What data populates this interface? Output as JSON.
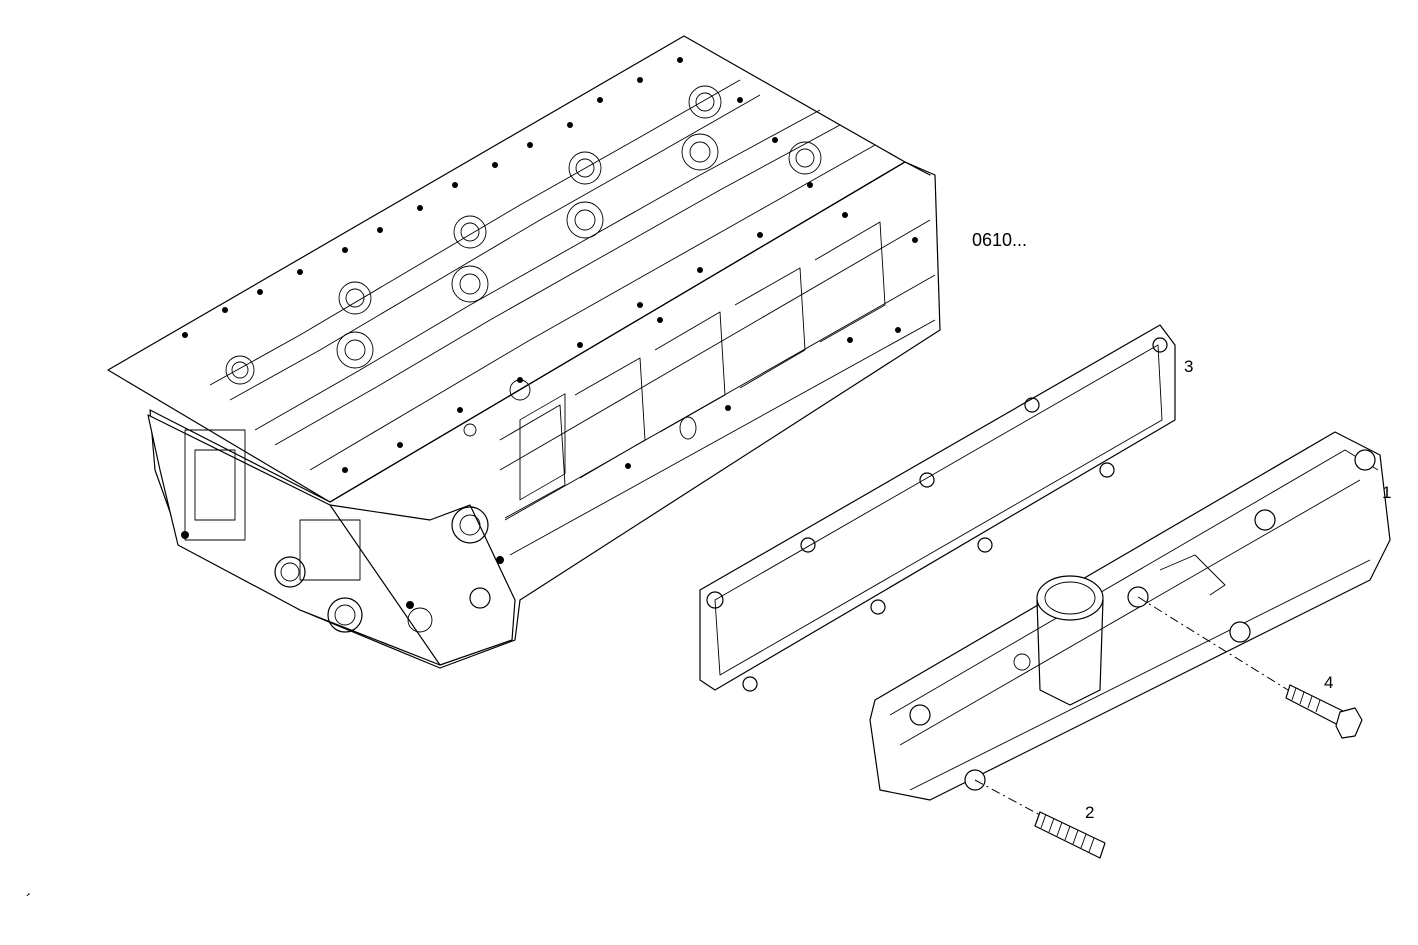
{
  "diagram": {
    "reference_code": "0610...",
    "callouts": [
      {
        "id": "1",
        "label": "1"
      },
      {
        "id": "2",
        "label": "2"
      },
      {
        "id": "3",
        "label": "3"
      },
      {
        "id": "4",
        "label": "4"
      }
    ],
    "corner_mark": "´"
  }
}
